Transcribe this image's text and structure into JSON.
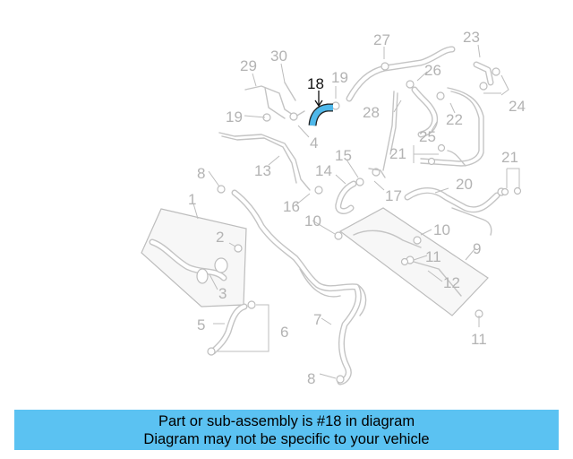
{
  "diagram": {
    "highlight_color": "#4fb8ea",
    "callouts": [
      "1",
      "2",
      "3",
      "4",
      "5",
      "6",
      "7",
      "8",
      "8",
      "9",
      "10",
      "10",
      "11",
      "11",
      "12",
      "13",
      "14",
      "15",
      "16",
      "17",
      "18",
      "19",
      "19",
      "20",
      "21",
      "21",
      "22",
      "23",
      "24",
      "25",
      "26",
      "27",
      "28",
      "29",
      "30"
    ],
    "highlighted_part": "18"
  },
  "banner": {
    "line1": "Part or sub-assembly is #18 in diagram",
    "line2": "Diagram may not be specific to your vehicle",
    "background": "#5bc2f2"
  }
}
